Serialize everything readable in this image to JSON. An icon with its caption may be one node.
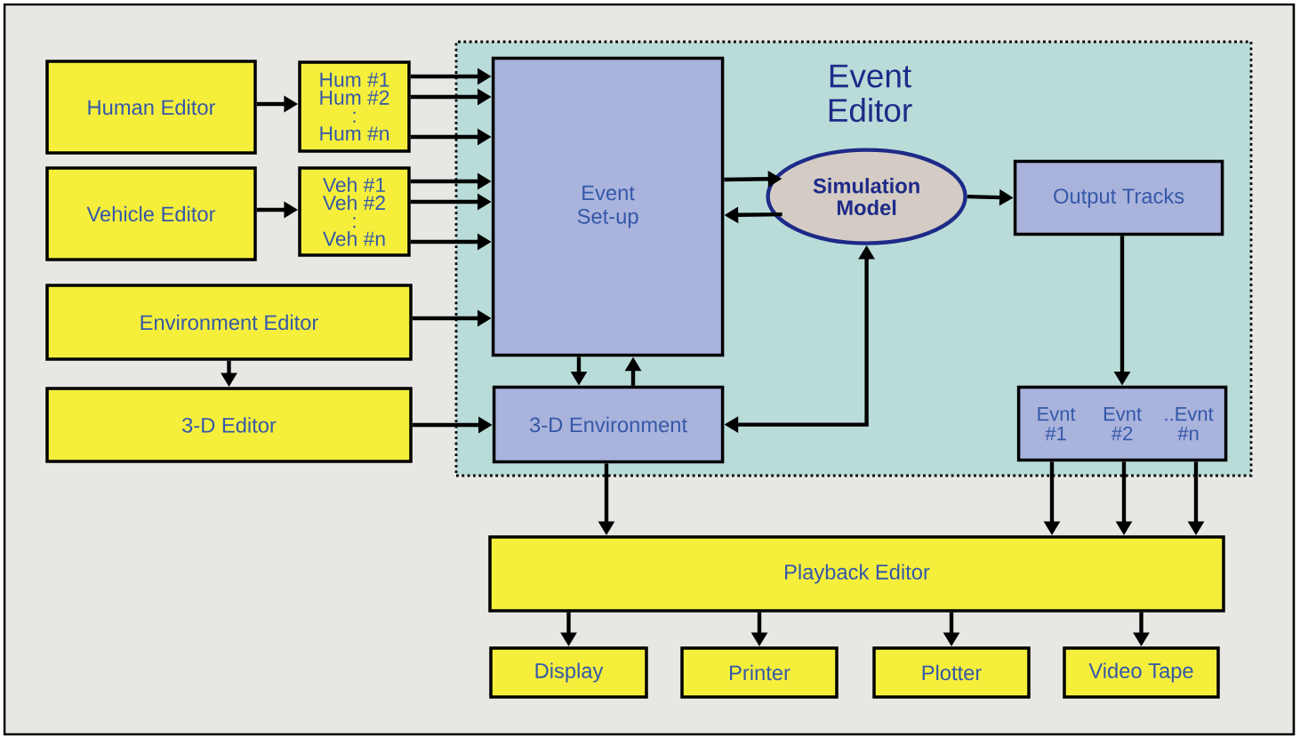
{
  "diagram": {
    "nodes": [
      {
        "text": [
          "Event Editor"
        ]
      },
      {
        "text": [
          "Human Editor"
        ]
      },
      {
        "text": [
          "Hum #1",
          "Hum #2",
          ":",
          "Hum #n"
        ]
      },
      {
        "text": [
          "Vehicle Editor"
        ]
      },
      {
        "text": [
          "Veh #1",
          "Veh #2",
          ":",
          "Veh #n"
        ]
      },
      {
        "text": [
          "Environment Editor"
        ]
      },
      {
        "text": [
          "3-D Editor"
        ]
      },
      {
        "text": [
          "Event Set-up"
        ],
        "in": 0
      },
      {
        "text": [
          "Simulation Model"
        ],
        "in": 0
      },
      {
        "text": [
          "Output Tracks"
        ],
        "in": 0
      },
      {
        "text": [
          "3-D Environment"
        ],
        "in": 0
      },
      {
        "text": [
          "Evnt #1",
          "Evnt #2",
          "..Evnt #n"
        ],
        "in": 0
      },
      {
        "text": [
          "Playback Editor"
        ]
      },
      {
        "text": [
          "Display"
        ]
      },
      {
        "text": [
          "Printer"
        ]
      },
      {
        "text": [
          "Plotter"
        ]
      },
      {
        "text": [
          "Video Tape"
        ]
      }
    ],
    "edges": [
      {
        "from": 1,
        "to": 2,
        "arrow": "to"
      },
      {
        "from": 2,
        "to": 7,
        "arrow": "to"
      },
      {
        "from": 2,
        "to": 7,
        "arrow": "to"
      },
      {
        "from": 2,
        "to": 7,
        "arrow": "to"
      },
      {
        "from": 3,
        "to": 4,
        "arrow": "to"
      },
      {
        "from": 4,
        "to": 7,
        "arrow": "to"
      },
      {
        "from": 4,
        "to": 7,
        "arrow": "to"
      },
      {
        "from": 4,
        "to": 7,
        "arrow": "to"
      },
      {
        "from": 5,
        "to": 7,
        "arrow": "to"
      },
      {
        "from": 5,
        "to": 6,
        "arrow": "to"
      },
      {
        "from": 6,
        "to": 10,
        "arrow": "to"
      },
      {
        "from": 7,
        "to": 10,
        "arrow": "to"
      },
      {
        "from": 10,
        "to": 7,
        "arrow": "to"
      },
      {
        "from": 7,
        "to": 8,
        "arrow": "to"
      },
      {
        "from": 8,
        "to": 7,
        "arrow": "to"
      },
      {
        "from": 8,
        "to": 9,
        "arrow": "to"
      },
      {
        "from": 10,
        "to": 8,
        "arrow": "both"
      },
      {
        "from": 9,
        "to": 11,
        "arrow": "to"
      },
      {
        "from": 10,
        "to": 12,
        "arrow": "to"
      },
      {
        "from": 11,
        "to": 12,
        "arrow": "to"
      },
      {
        "from": 11,
        "to": 12,
        "arrow": "to"
      },
      {
        "from": 11,
        "to": 12,
        "arrow": "to"
      },
      {
        "from": 12,
        "to": 13,
        "arrow": "to"
      },
      {
        "from": 12,
        "to": 14,
        "arrow": "to"
      },
      {
        "from": 12,
        "to": 15,
        "arrow": "to"
      },
      {
        "from": 12,
        "to": 16,
        "arrow": "to"
      }
    ]
  }
}
